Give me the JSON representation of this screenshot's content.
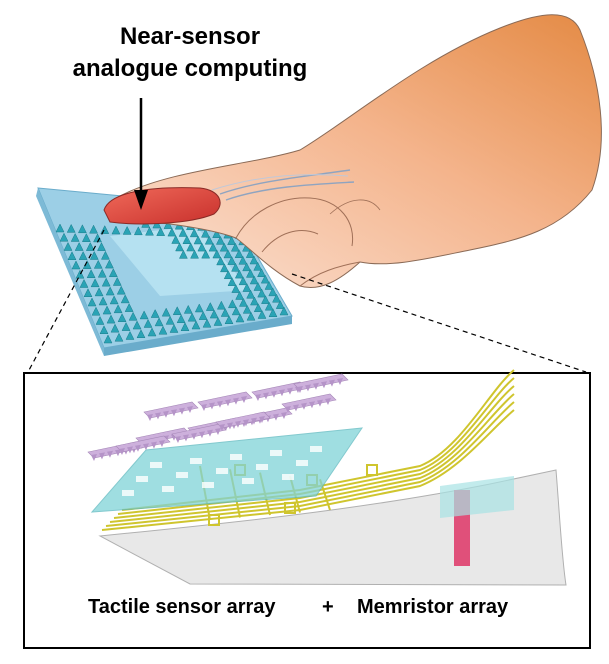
{
  "title": {
    "line1": "Near-sensor",
    "line2": "analogue computing"
  },
  "caption": {
    "left": "Tactile sensor array",
    "plus": "+",
    "right": "Memristor array"
  },
  "colors": {
    "substrate": "#a8d8ee",
    "bump": "#2aa3b5",
    "fingertip": "#e2453c",
    "hand_light": "#f8d8c4",
    "hand_dark": "#e8944e",
    "membrane": "#c9a8d8",
    "sensor_layer": "#7fd3d8",
    "electrode": "#d8cf3a",
    "base_sheet": "#e9e9e9",
    "memristor_bar": "#e0507a"
  },
  "icons": [
    "hand-illustration",
    "pressure-arrow",
    "zoom-dashed-lines"
  ]
}
